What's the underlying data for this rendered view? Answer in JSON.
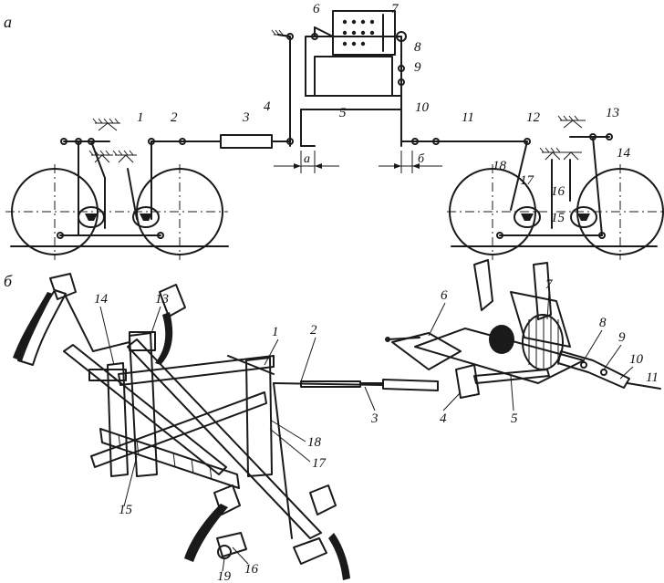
{
  "panels": {
    "a": "а",
    "b": "б"
  },
  "dimensions": {
    "a": "а",
    "b": "б"
  },
  "schematic_labels": {
    "n1": "1",
    "n2": "2",
    "n3": "3",
    "n4": "4",
    "n5": "5",
    "n6": "6",
    "n7": "7",
    "n8": "8",
    "n9": "9",
    "n10": "10",
    "n11": "11",
    "n12": "12",
    "n13": "13",
    "n14": "14",
    "n15": "15",
    "n16": "16",
    "n17": "17",
    "n18": "18"
  },
  "perspective_labels": {
    "n1": "1",
    "n2": "2",
    "n3": "3",
    "n4": "4",
    "n5": "5",
    "n6": "6",
    "n7": "7",
    "n8": "8",
    "n9": "9",
    "n10": "10",
    "n11": "11",
    "n13": "13",
    "n14": "14",
    "n15": "15",
    "n16": "16",
    "n17": "17",
    "n18": "18",
    "n19": "19"
  },
  "colors": {
    "ink": "#1a1a1a",
    "paper": "#ffffff"
  }
}
